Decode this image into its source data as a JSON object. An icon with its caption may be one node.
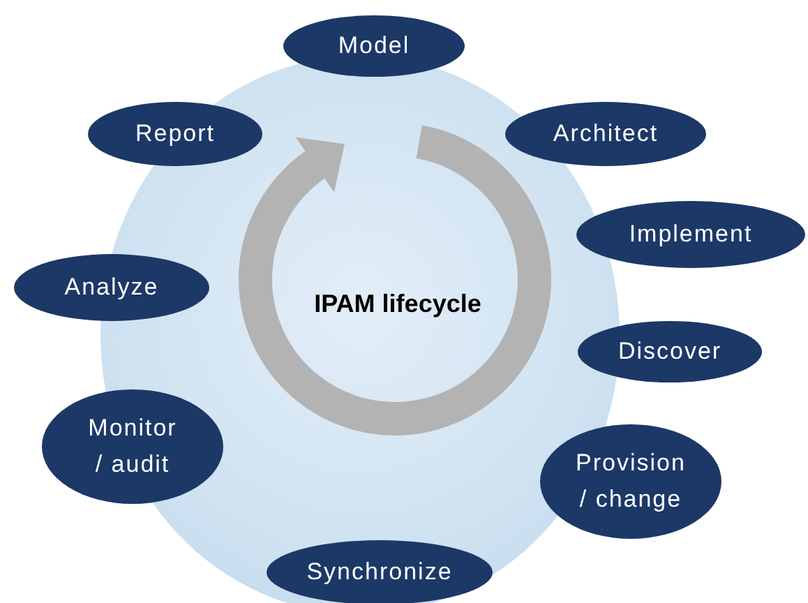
{
  "diagram": {
    "nodes": [
      {
        "text": [
          "Model"
        ]
      },
      {
        "text": [
          "Report"
        ]
      },
      {
        "text": [
          "Architect"
        ]
      },
      {
        "text": [
          "Implement"
        ]
      },
      {
        "text": [
          "Analyze"
        ]
      },
      {
        "text": [
          "Discover"
        ]
      },
      {
        "text": [
          "Monitor / audit"
        ]
      },
      {
        "text": [
          "Provision / change"
        ]
      },
      {
        "text": [
          "Synchronize"
        ]
      }
    ],
    "labels": [
      "IPAM lifecycle"
    ]
  }
}
